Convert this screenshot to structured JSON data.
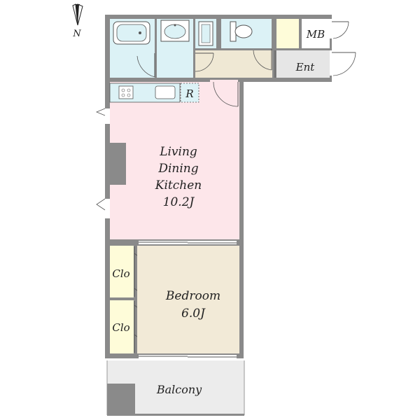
{
  "compass": {
    "north_label": "N",
    "icon": "north-arrow-icon"
  },
  "rooms": {
    "ldk": {
      "lines": [
        "Living",
        "Dining",
        "Kitchen",
        "10.2J"
      ]
    },
    "bedroom": {
      "lines": [
        "Bedroom",
        "6.0J"
      ]
    },
    "closet_upper": {
      "label": "Clo"
    },
    "closet_lower": {
      "label": "Clo"
    },
    "balcony": {
      "label": "Balcony"
    },
    "entrance": {
      "label": "Ent"
    },
    "meter_box": {
      "label": "MB"
    },
    "refrigerator": {
      "label": "R"
    }
  },
  "colors": {
    "wall": "#8a8a8a",
    "ldk": "#fde6ea",
    "bedroom": "#f2ead7",
    "wet_area": "#dcf2f6",
    "hall": "#efe8d4",
    "closet": "#fefcd9",
    "entrance": "#e6e6e6",
    "balcony": "#ececec"
  }
}
